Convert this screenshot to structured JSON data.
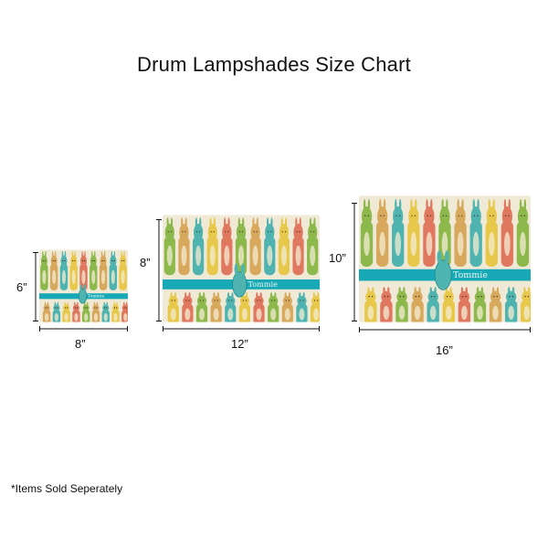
{
  "title": "Drum Lampshades Size Chart",
  "note": "*Items Sold Seperately",
  "shades": [
    {
      "id": "small",
      "width_label": "8”",
      "height_label": "6”",
      "name_text": "Tommie"
    },
    {
      "id": "medium",
      "width_label": "12”",
      "height_label": "8”",
      "name_text": "Tommie"
    },
    {
      "id": "large",
      "width_label": "16”",
      "height_label": "10”",
      "name_text": "Tommie"
    }
  ],
  "colors": {
    "band": "#17a9b5",
    "background_pattern": "#efe9d6",
    "bunny_green": "#8cb84c",
    "bunny_teal": "#4fb3b0",
    "bunny_coral": "#e0775f",
    "bunny_tan": "#d8a85c",
    "bunny_yellow": "#e8c84a"
  }
}
